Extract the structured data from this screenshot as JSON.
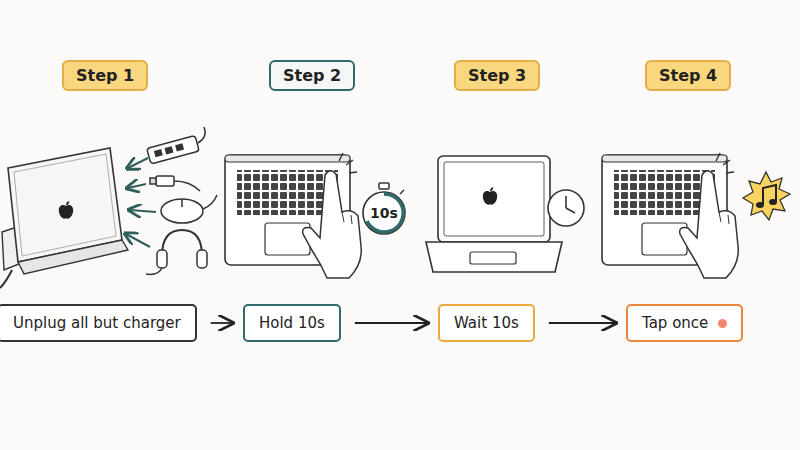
{
  "diagram": {
    "nodes": [
      {
        "text": [
          "Step 1"
        ]
      },
      {
        "text": [
          "Step 2"
        ]
      },
      {
        "text": [
          "10s"
        ]
      },
      {
        "text": [
          "Step 3"
        ]
      },
      {
        "text": [
          "Step 4"
        ]
      },
      {
        "text": [
          "Unplug all but charger"
        ]
      },
      {
        "text": [
          "Hold 10s"
        ]
      },
      {
        "text": [
          "Wait 10s"
        ]
      },
      {
        "text": [
          "Tap once"
        ]
      }
    ],
    "edges": [
      {
        "from": 5,
        "to": 6,
        "arrow": "to"
      },
      {
        "from": 6,
        "to": 7,
        "arrow": "to"
      },
      {
        "from": 7,
        "to": 8,
        "arrow": "to"
      }
    ]
  }
}
